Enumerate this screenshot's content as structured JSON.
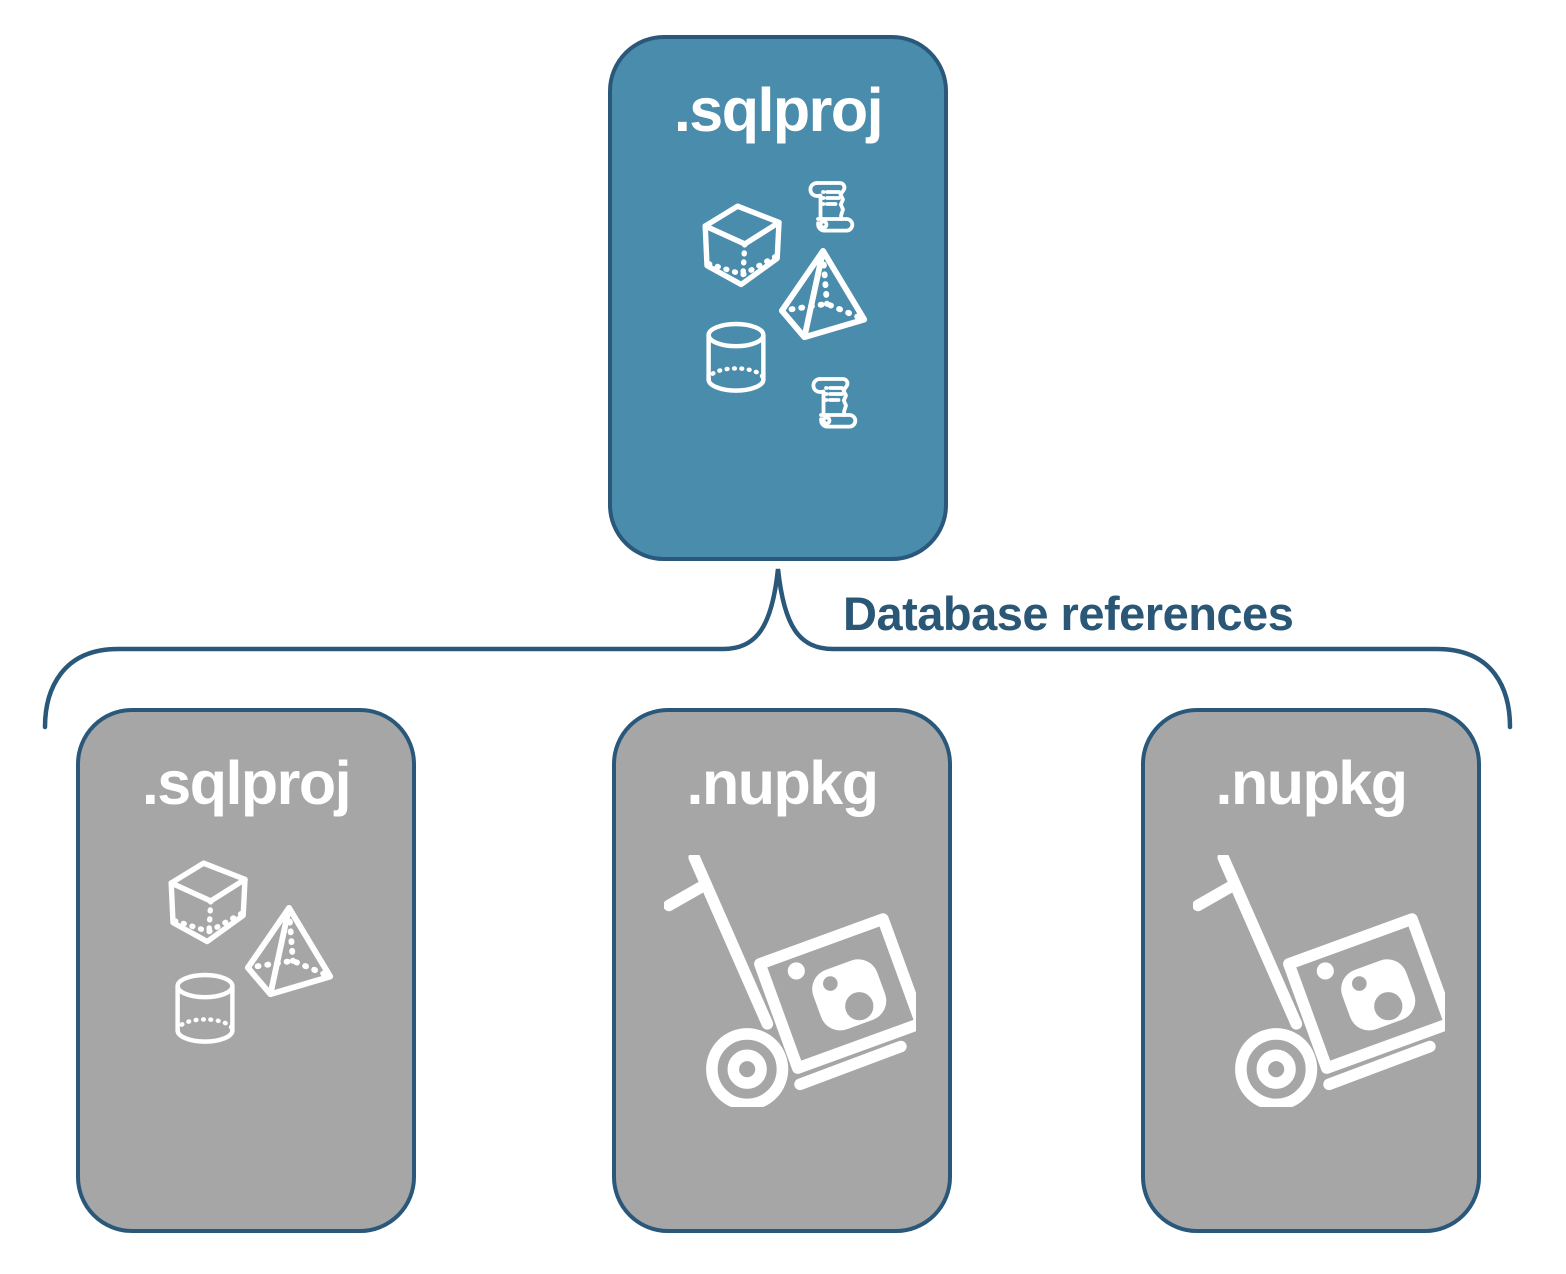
{
  "diagram": {
    "connector_label": "Database references",
    "root": {
      "title": ".sqlproj",
      "icons": [
        "script-scroll-icon",
        "cube-icon",
        "pyramid-icon",
        "cylinder-icon",
        "script-scroll-icon"
      ]
    },
    "children": [
      {
        "title": ".sqlproj",
        "icons": [
          "cube-icon",
          "pyramid-icon",
          "cylinder-icon"
        ]
      },
      {
        "title": ".nupkg",
        "icons": [
          "nuget-package-dolly-icon"
        ]
      },
      {
        "title": ".nupkg",
        "icons": [
          "nuget-package-dolly-icon"
        ]
      }
    ],
    "colors": {
      "root_fill": "#4A8CAB",
      "child_fill": "#A6A6A6",
      "outline": "#2A587A",
      "label_text": "#2B5777",
      "icon": "#FFFFFF"
    }
  }
}
